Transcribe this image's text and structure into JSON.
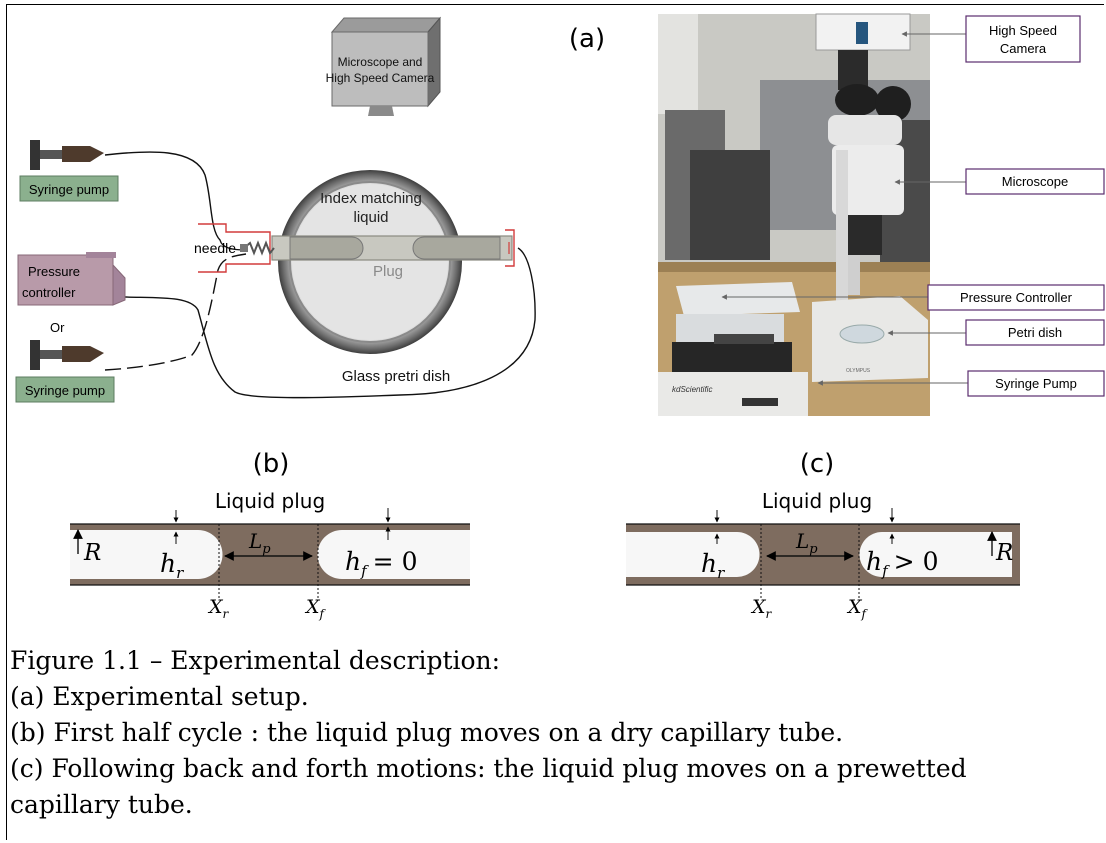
{
  "panels": {
    "a": "(a)",
    "b": "(b)",
    "c": "(c)"
  },
  "schematic": {
    "microscope_line1": "Microscope and",
    "microscope_line2": "High Speed Camera",
    "syringe_pump_top": "Syringe pump",
    "pressure_line1": "Pressure",
    "pressure_line2": "controller",
    "or": "Or",
    "syringe_pump_bottom": "Syringe pump",
    "needle": "needle",
    "index_line1": "Index matching",
    "index_line2": "liquid",
    "plug": "Plug",
    "dish": "Glass pretri dish"
  },
  "photo": {
    "labels": [
      "High Speed\nCamera",
      "Microscope",
      "Pressure Controller",
      "Petri dish",
      "Syringe Pump"
    ],
    "brand_olympus": "OLYMPUS",
    "brand_kd": "kdScientific"
  },
  "plug_b": {
    "title": "Liquid plug",
    "R": "R",
    "hr": "h",
    "hr_sub": "r",
    "Lp": "L",
    "Lp_sub": "p",
    "hf": "h",
    "hf_sub": "f",
    "hf_rel": "= 0",
    "Xr": "X",
    "Xr_sub": "r",
    "Xf": "X",
    "Xf_sub": "f"
  },
  "plug_c": {
    "title": "Liquid plug",
    "R": "R",
    "hr": "h",
    "hr_sub": "r",
    "Lp": "L",
    "Lp_sub": "p",
    "hf": "h",
    "hf_sub": "f",
    "hf_rel": "> 0",
    "Xr": "X",
    "Xr_sub": "r",
    "Xf": "X",
    "Xf_sub": "f"
  },
  "caption": [
    "Figure 1.1 – Experimental description:",
    "(a) Experimental setup.",
    "(b) First half cycle : the liquid plug moves on a dry capillary tube.",
    "(c) Following back and forth motions: the liquid plug moves on a prewetted",
    "capillary tube."
  ],
  "colors": {
    "plug_brown": "#7e6c5f",
    "pump_green": "#8bb08e",
    "controller_purple": "#b89aa9",
    "label_box_border": "#5b2d6e",
    "needle_red": "#d23c3c"
  }
}
